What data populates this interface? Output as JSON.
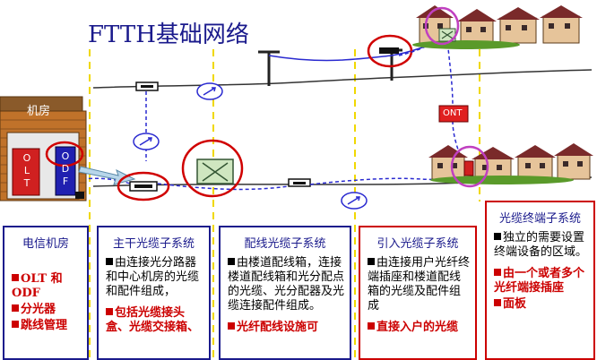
{
  "title": "FTTH基础网络",
  "building_label": "机房",
  "olt_letters": [
    "O",
    "L",
    "T"
  ],
  "odf_letters": [
    "O",
    "D",
    "F"
  ],
  "ont_label": "ONT",
  "panels": [
    {
      "heading": "电信机房",
      "items": [
        {
          "marker": "sq-red",
          "text": "OLT 和 ODF",
          "style": "red"
        },
        {
          "marker": "sq-red",
          "text": "分光器",
          "style": "red"
        },
        {
          "marker": "sq-red",
          "text": "跳线管理",
          "style": "red"
        }
      ]
    },
    {
      "heading": "主干光缆子系统",
      "items": [
        {
          "marker": "sq",
          "text": "由连接光分路器和中心机房的光缆和配件组成，",
          "style": "normal"
        },
        {
          "marker": "sq-red",
          "text": "包括光缆接头盒、光缆交接箱、",
          "style": "red"
        }
      ]
    },
    {
      "heading": "配线光缆子系统",
      "items": [
        {
          "marker": "sq",
          "text": "由楼道配线箱，连接楼道配线箱和光分配点的光缆、光分配器及光缆连接配件组成。",
          "style": "normal"
        },
        {
          "marker": "sq-red",
          "text": "光纤配线设施可",
          "style": "red"
        }
      ]
    },
    {
      "heading": "引入光缆子系统",
      "items": [
        {
          "marker": "sq",
          "text": "由连接用户光纤终端插座和楼道配线箱的光缆及配件组成",
          "style": "normal"
        },
        {
          "marker": "sq-red",
          "text": "直接入户的光缆",
          "style": "red"
        }
      ]
    },
    {
      "heading": "光缆终端子系统",
      "items": [
        {
          "marker": "sq",
          "text": "独立的需要设置终端设备的区域。",
          "style": "normal"
        },
        {
          "marker": "sq-red",
          "text": "由一个或者多个光纤端接插座",
          "style": "red"
        },
        {
          "marker": "sq-red",
          "text": "面板",
          "style": "red"
        }
      ]
    }
  ]
}
